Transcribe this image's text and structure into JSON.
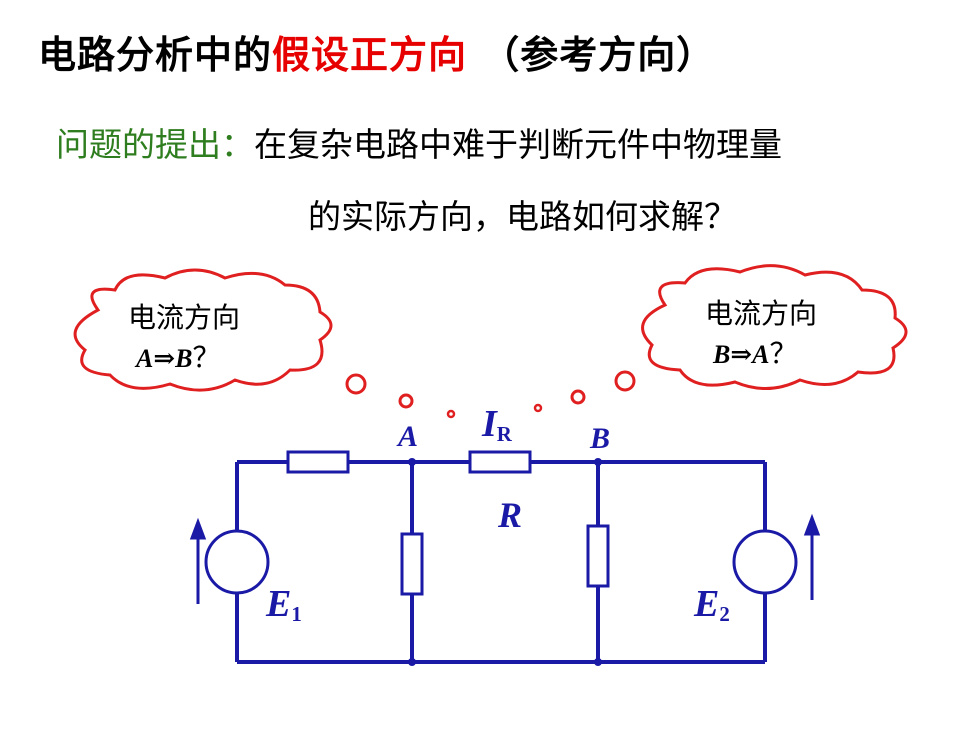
{
  "title": {
    "part1": "电路分析中的",
    "part2": "假设正方向",
    "part3": "（参考方向）"
  },
  "question": {
    "label": "问题的提出：",
    "line1": "在复杂电路中难于判断元件中物理量",
    "line2": "的实际方向，电路如何求解？"
  },
  "cloud_left": {
    "line1": "电流方向",
    "dir": "A⇒B",
    "q": "？"
  },
  "cloud_right": {
    "line1": "电流方向",
    "dir": "B⇒A",
    "q": "？"
  },
  "circuit": {
    "node_a": "A",
    "node_b": "B",
    "current_symbol": "I",
    "current_sub": "R",
    "resistor_label": "R",
    "source1": "E",
    "source1_sub": "1",
    "source2": "E",
    "source2_sub": "2"
  },
  "colors": {
    "wire": "#1a1aa6",
    "cloud": "#e02020",
    "highlight": "#e60000",
    "label": "#2e7d1e"
  }
}
